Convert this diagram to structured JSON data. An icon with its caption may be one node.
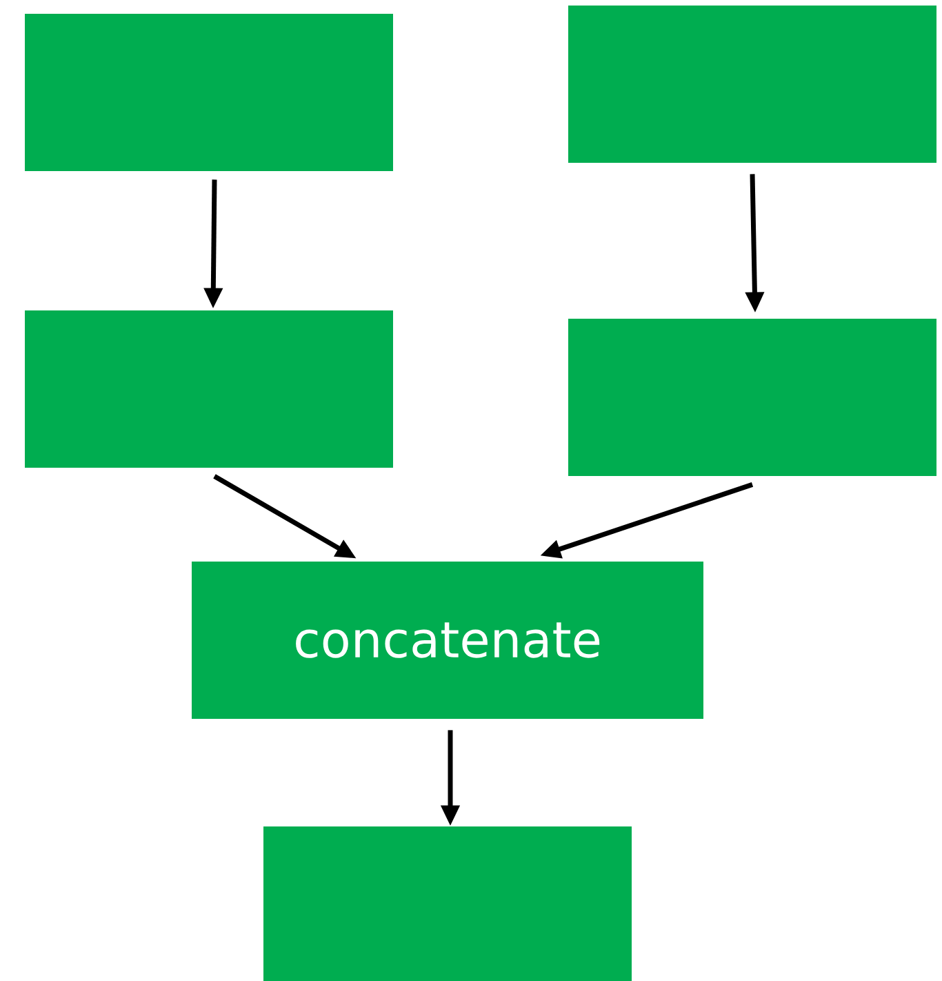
{
  "diagram": {
    "nodes": [
      {
        "text": [],
        "shape": "box"
      },
      {
        "text": [],
        "shape": "box"
      },
      {
        "text": [],
        "shape": "box"
      },
      {
        "text": [],
        "shape": "box"
      },
      {
        "text": [
          "concatenate"
        ]
      },
      {
        "text": [],
        "shape": "box"
      }
    ],
    "edges": [
      {
        "from": 0,
        "to": 2,
        "arrow": "to"
      },
      {
        "from": 1,
        "to": 3,
        "arrow": "to"
      },
      {
        "from": 2,
        "to": 4,
        "arrow": "to"
      },
      {
        "from": 3,
        "to": 4,
        "arrow": "to"
      },
      {
        "from": 4,
        "to": 5,
        "arrow": "to"
      }
    ]
  }
}
